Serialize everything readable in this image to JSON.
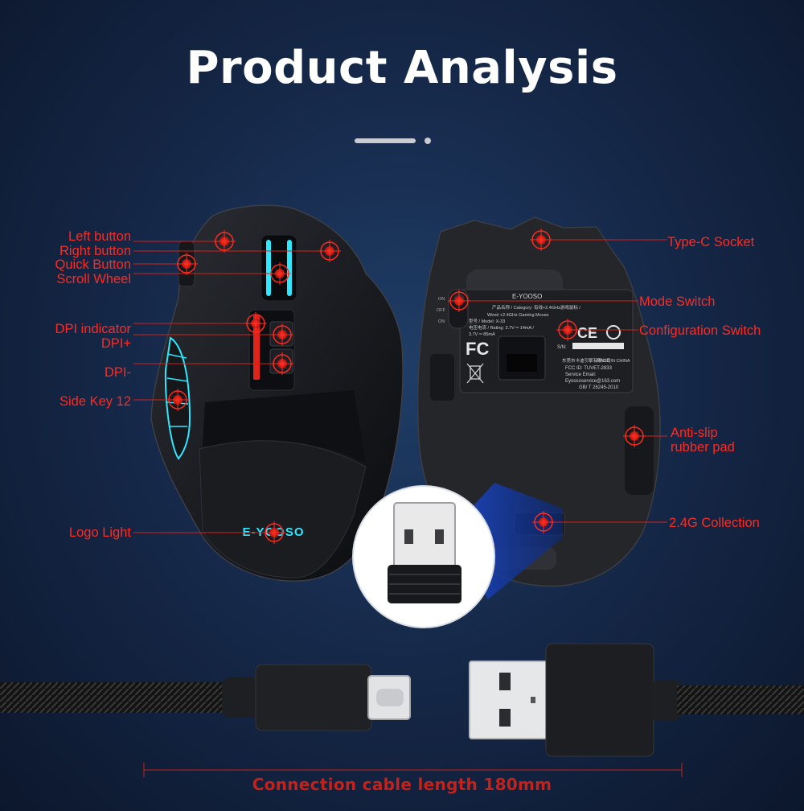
{
  "header": {
    "title": "Product Analysis"
  },
  "labels": {
    "left_button": "Left button",
    "right_button": "Right button",
    "quick_button": "Quick Button",
    "scroll_wheel": "Scroll Wheel",
    "dpi_indicator": "DPI indicator",
    "dpi_plus": "DPI+",
    "dpi_minus": "DPI-",
    "side_key": "Side Key 12",
    "logo_light": "Logo Light",
    "type_c_socket": "Type-C Socket",
    "mode_switch": "Mode Switch",
    "configuration_switch": "Configuration Switch",
    "anti_slip_1": "Anti-slip",
    "anti_slip_2": "rubber pad",
    "collection_24g": "2.4G Collection"
  },
  "mouse_logo": "E-YOOSO",
  "bottom_sticker": {
    "brand": "E-YOOSO",
    "switch_on": "ON",
    "switch_off": "OFF",
    "switch_on2": "ON",
    "line1": "产品名称 / Category: 有线+2.4GHz游戏鼠标 /",
    "line2": "Wired +2.4GHz Gaming Mouse",
    "line3": "型号 / Model: X-33",
    "line4": "电压电流 / Rating: 3.7V ═ 14mA /",
    "line5": "3.7V ═ 85mA",
    "sn": "S/N:",
    "company": "东莞市卡迪引擎有限公司",
    "made_in": "MADE IN CHINA",
    "fcc_id": "FCC ID: TUVET-2833",
    "service": "Service Email:",
    "email": "Eyoososervice@163.com",
    "standard": "GB/ T 26245-2010",
    "fc_mark": "FC",
    "ce_mark": "CE"
  },
  "cable_caption": "Connection cable length 180mm",
  "colors": {
    "accent_red": "#ff2a1f",
    "caption_red": "#c3221b",
    "background": "#16294a",
    "glow_cyan": "#2ee8ff"
  }
}
